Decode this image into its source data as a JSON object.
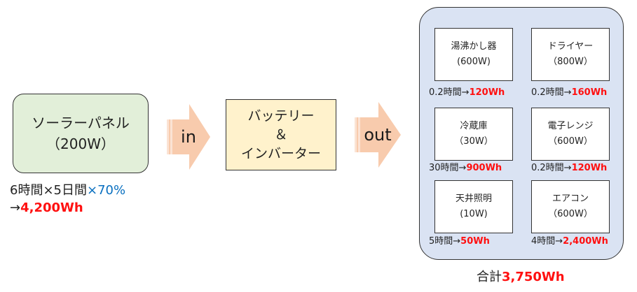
{
  "solar": {
    "name": "ソーラーパネル",
    "watt": "（200W）"
  },
  "formula": {
    "line1_main": "6時間×5日間",
    "line1_factor": "×70%",
    "line2_arrow": "→",
    "line2_value": "4,200Wh"
  },
  "arrow_in": {
    "label": "in"
  },
  "arrow_out": {
    "label": "out"
  },
  "battery": {
    "line1": "バッテリー",
    "line2": "＆",
    "line3": "インバーター"
  },
  "devices": [
    {
      "name": "湯沸かし器",
      "watt": "(600W)",
      "hours": "0.2時間→",
      "energy": "120Wh"
    },
    {
      "name": "ドライヤー",
      "watt": "（800W）",
      "hours": "0.2時間→",
      "energy": "160Wh"
    },
    {
      "name": "冷蔵庫",
      "watt": "（30W）",
      "hours": "30時間→",
      "energy": "900Wh"
    },
    {
      "name": "電子レンジ",
      "watt": "（600W）",
      "hours": "0.2時間→",
      "energy": "120Wh"
    },
    {
      "name": "天井照明",
      "watt": "(10W)",
      "hours": "5時間→",
      "energy": "50Wh"
    },
    {
      "name": "エアコン",
      "watt": "（600W）",
      "hours": "4時間→",
      "energy": "2,400Wh"
    }
  ],
  "total": {
    "label": "合計",
    "value": "3,750Wh"
  },
  "colors": {
    "solar_fill": "#e2efd9",
    "battery_fill": "#fff2cc",
    "panel_fill": "#dae3f3",
    "arrow_fill": "#f8cbad",
    "highlight_red": "#ff1010",
    "factor_blue": "#0a70c0"
  }
}
